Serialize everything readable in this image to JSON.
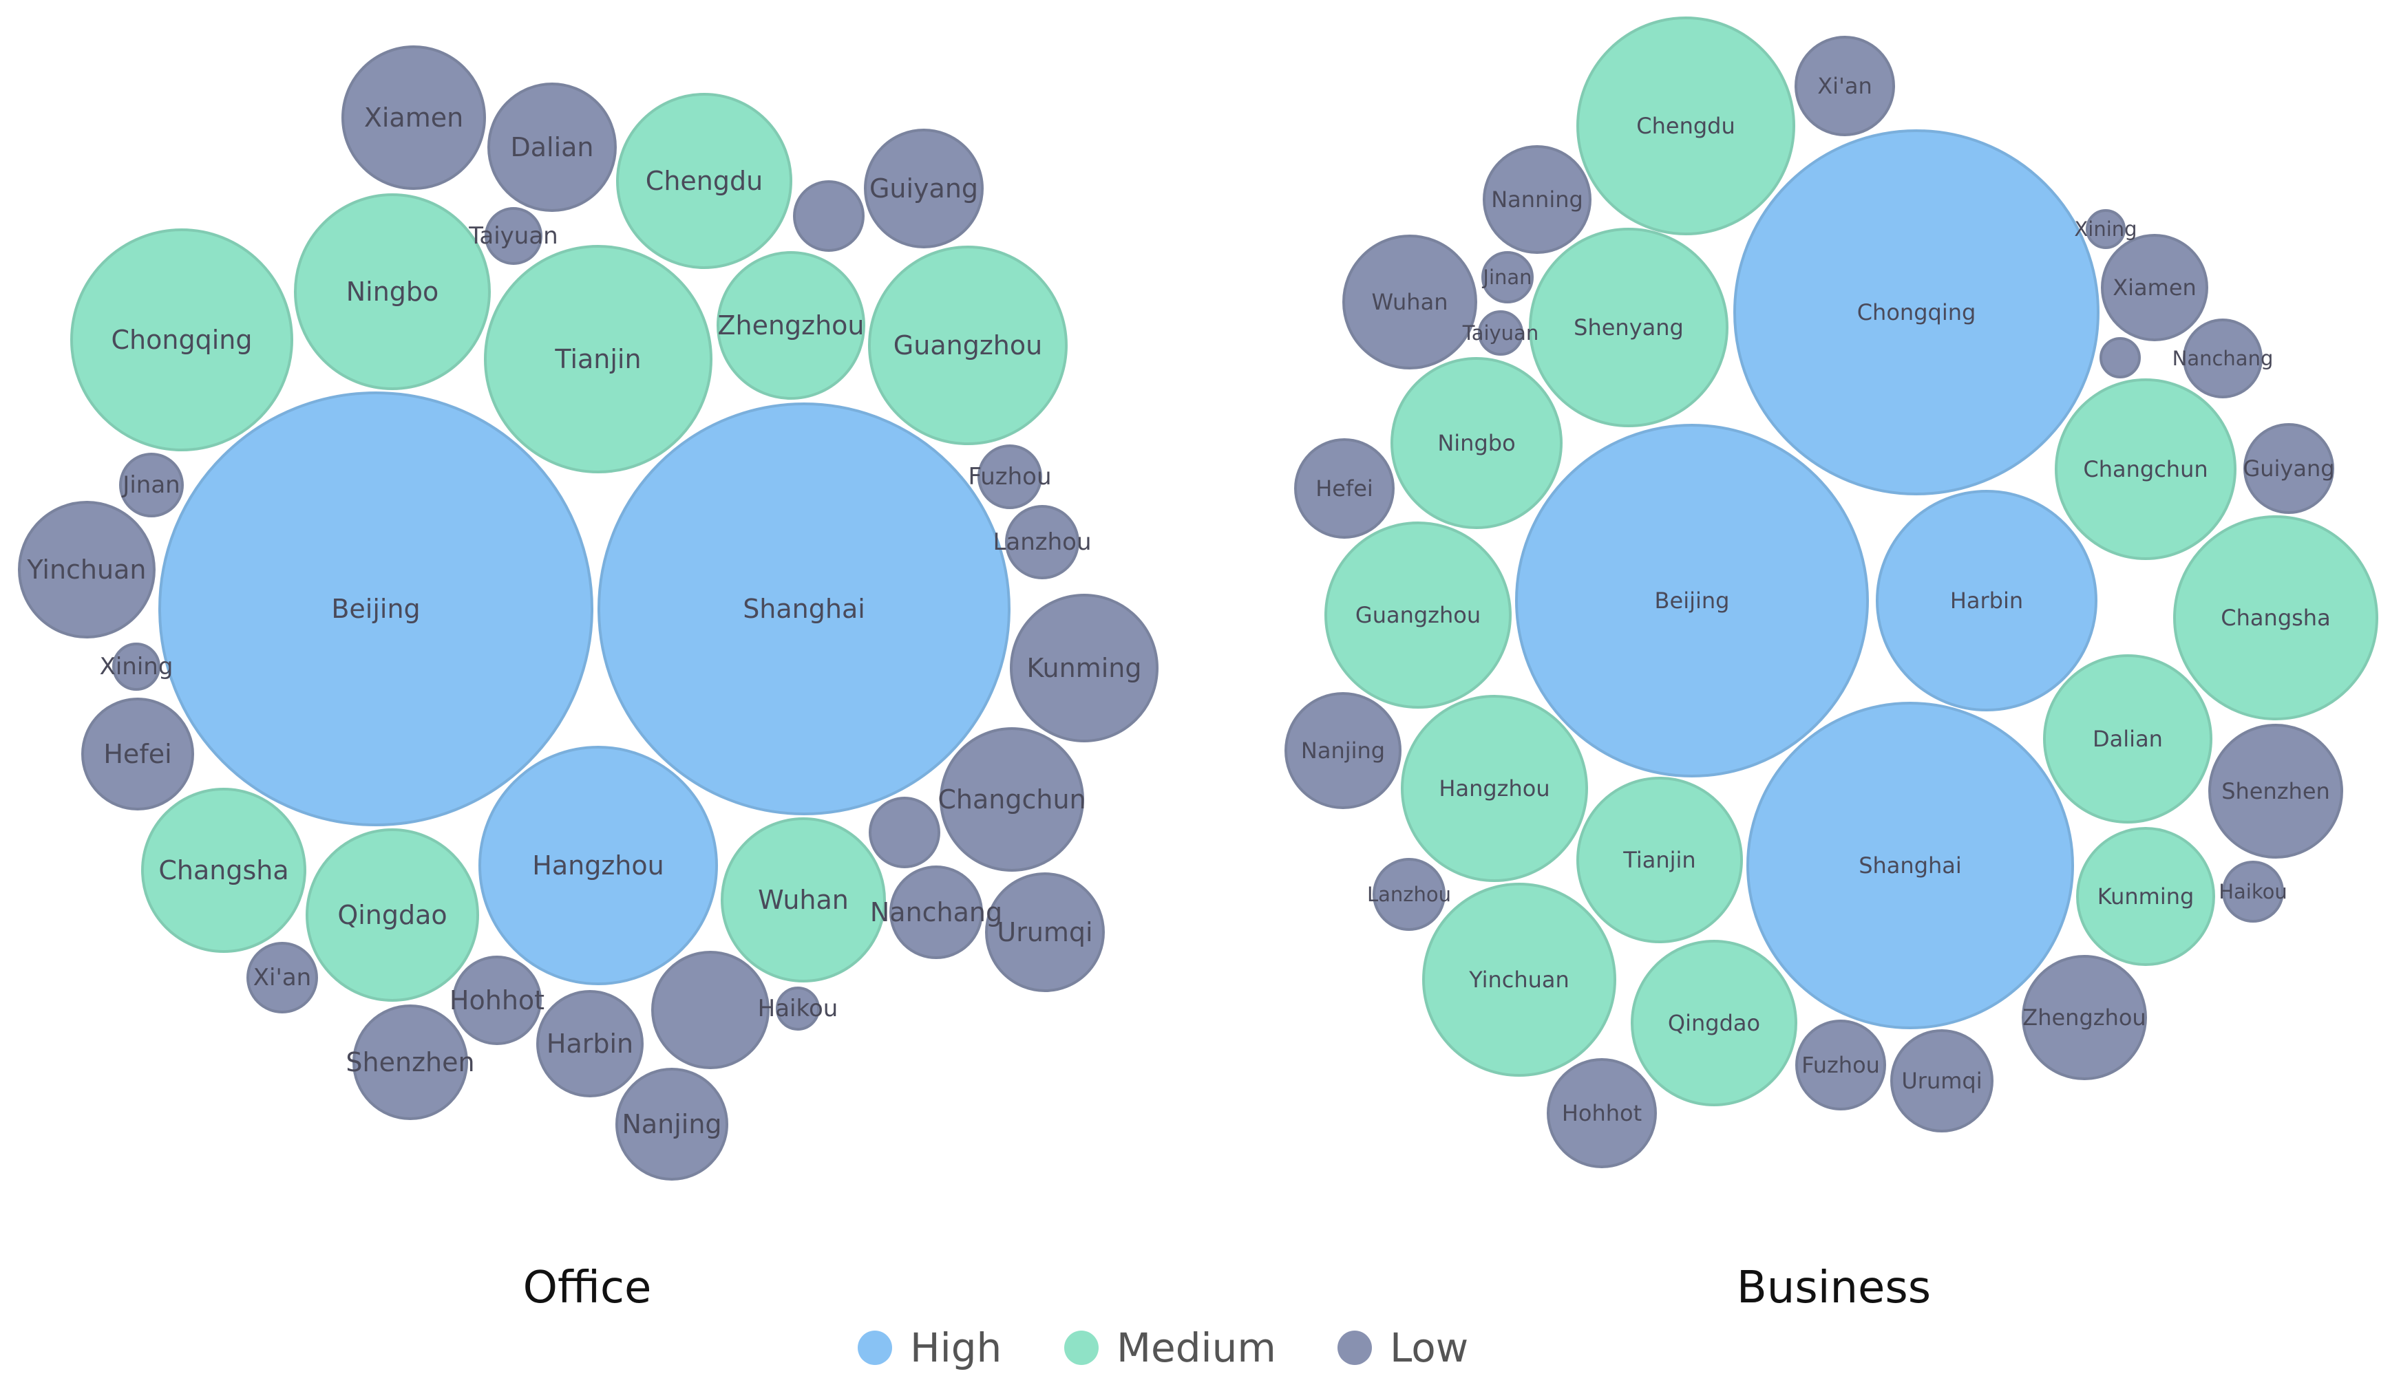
{
  "chart_data": {
    "type": "bubble",
    "legend": {
      "position": "bottom",
      "items": [
        {
          "key": "high",
          "label": "High",
          "color": "#88C2F4"
        },
        {
          "key": "medium",
          "label": "Medium",
          "color": "#8FE2C6"
        },
        {
          "key": "low",
          "label": "Low",
          "color": "#8891B0"
        }
      ]
    },
    "panels": [
      {
        "title": "Office",
        "bubbles": [
          {
            "label": "Beijing",
            "level": "high",
            "r": 314
          },
          {
            "label": "Shanghai",
            "level": "high",
            "r": 298
          },
          {
            "label": "Hangzhou",
            "level": "high",
            "r": 172
          },
          {
            "label": "Tianjin",
            "level": "medium",
            "r": 164
          },
          {
            "label": "Chongqing",
            "level": "medium",
            "r": 160
          },
          {
            "label": "Guangzhou",
            "level": "medium",
            "r": 143
          },
          {
            "label": "Ningbo",
            "level": "medium",
            "r": 141
          },
          {
            "label": "Chengdu",
            "level": "medium",
            "r": 126
          },
          {
            "label": "Qingdao",
            "level": "medium",
            "r": 124
          },
          {
            "label": "Changsha",
            "level": "medium",
            "r": 118
          },
          {
            "label": "Wuhan",
            "level": "medium",
            "r": 118
          },
          {
            "label": "Zhengzhou",
            "level": "medium",
            "r": 106
          },
          {
            "label": "Xiamen",
            "level": "low",
            "r": 103
          },
          {
            "label": "Changchun",
            "level": "low",
            "r": 103
          },
          {
            "label": "Kunming",
            "level": "low",
            "r": 106
          },
          {
            "label": "Yinchuan",
            "level": "low",
            "r": 98
          },
          {
            "label": "Dalian",
            "level": "low",
            "r": 92
          },
          {
            "label": "Guiyang",
            "level": "low",
            "r": 85
          },
          {
            "label": "Urumqi",
            "level": "low",
            "r": 85
          },
          {
            "label": "Nanjing",
            "level": "low",
            "r": 80
          },
          {
            "label": "Shenzhen",
            "level": "low",
            "r": 82
          },
          {
            "label": "Hefei",
            "level": "low",
            "r": 80
          },
          {
            "label": "Harbin",
            "level": "low",
            "r": 76
          },
          {
            "label": "",
            "level": "low",
            "r": 84
          },
          {
            "label": "Nanchang",
            "level": "low",
            "r": 66
          },
          {
            "label": "Hohhot",
            "level": "low",
            "r": 63
          },
          {
            "label": "Lanzhou",
            "level": "low",
            "r": 52
          },
          {
            "label": "Fuzhou",
            "level": "low",
            "r": 45
          },
          {
            "label": "",
            "level": "low",
            "r": 50
          },
          {
            "label": "",
            "level": "low",
            "r": 50
          },
          {
            "label": "Jinan",
            "level": "low",
            "r": 45
          },
          {
            "label": "Xi'an",
            "level": "low",
            "r": 50
          },
          {
            "label": "Taiyuan",
            "level": "low",
            "r": 40
          },
          {
            "label": "Xining",
            "level": "low",
            "r": 33
          },
          {
            "label": "Haikou",
            "level": "low",
            "r": 30
          }
        ]
      },
      {
        "title": "Business",
        "bubbles": [
          {
            "label": "Chongqing",
            "level": "high",
            "r": 264
          },
          {
            "label": "Beijing",
            "level": "high",
            "r": 255
          },
          {
            "label": "Shanghai",
            "level": "high",
            "r": 236
          },
          {
            "label": "Harbin",
            "level": "high",
            "r": 159
          },
          {
            "label": "Chengdu",
            "level": "medium",
            "r": 157
          },
          {
            "label": "Changsha",
            "level": "medium",
            "r": 147
          },
          {
            "label": "Shenyang",
            "level": "medium",
            "r": 143
          },
          {
            "label": "Yinchuan",
            "level": "medium",
            "r": 139
          },
          {
            "label": "Hangzhou",
            "level": "medium",
            "r": 134
          },
          {
            "label": "Guangzhou",
            "level": "medium",
            "r": 134
          },
          {
            "label": "Changchun",
            "level": "medium",
            "r": 130
          },
          {
            "label": "Ningbo",
            "level": "medium",
            "r": 123
          },
          {
            "label": "Dalian",
            "level": "medium",
            "r": 121
          },
          {
            "label": "Tianjin",
            "level": "medium",
            "r": 119
          },
          {
            "label": "Qingdao",
            "level": "medium",
            "r": 119
          },
          {
            "label": "Kunming",
            "level": "medium",
            "r": 99
          },
          {
            "label": "Wuhan",
            "level": "low",
            "r": 96
          },
          {
            "label": "Shenzhen",
            "level": "low",
            "r": 96
          },
          {
            "label": "Zhengzhou",
            "level": "low",
            "r": 89
          },
          {
            "label": "Nanjing",
            "level": "low",
            "r": 83
          },
          {
            "label": "Hohhot",
            "level": "low",
            "r": 78
          },
          {
            "label": "Nanning",
            "level": "low",
            "r": 77
          },
          {
            "label": "Xiamen",
            "level": "low",
            "r": 76
          },
          {
            "label": "Urumqi",
            "level": "low",
            "r": 73
          },
          {
            "label": "Hefei",
            "level": "low",
            "r": 71
          },
          {
            "label": "Xi'an",
            "level": "low",
            "r": 71
          },
          {
            "label": "Guiyang",
            "level": "low",
            "r": 64
          },
          {
            "label": "Fuzhou",
            "level": "low",
            "r": 64
          },
          {
            "label": "Nanchang",
            "level": "low",
            "r": 56
          },
          {
            "label": "Lanzhou",
            "level": "low",
            "r": 51
          },
          {
            "label": "Haikou",
            "level": "low",
            "r": 43
          },
          {
            "label": "Jinan",
            "level": "low",
            "r": 36
          },
          {
            "label": "Taiyuan",
            "level": "low",
            "r": 31
          },
          {
            "label": "",
            "level": "low",
            "r": 28
          },
          {
            "label": "Xining",
            "level": "low",
            "r": 27
          }
        ]
      }
    ]
  }
}
